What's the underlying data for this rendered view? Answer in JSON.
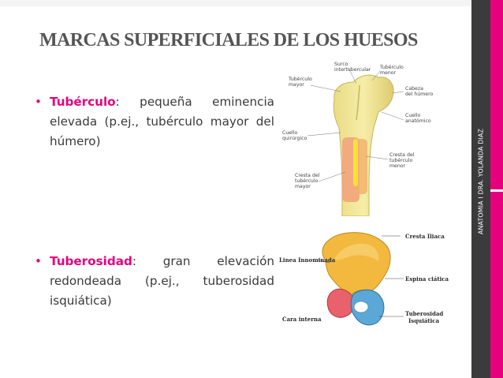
{
  "slide": {
    "title": "MARCAS SUPERFICIALES DE LOS HUESOS",
    "sidebar_text": "ANATOMIA I DRA. YOLANDA DIAZ",
    "accent_color": "#e6007e",
    "sidebar_color": "#3b3b3b"
  },
  "bullets": [
    {
      "marker": "•",
      "term": "Tubérculo",
      "text": ": pequeña eminencia elevada (p.ej., tubérculo mayor del húmero)"
    },
    {
      "marker": "•",
      "term": "Tuberosidad",
      "text": ": gran elevación redondeada (p.ej., tuberosidad isquiática)"
    }
  ],
  "figure_humerus": {
    "labels": {
      "surco_1": "Surco",
      "surco_2": "intertubercular",
      "tub_menor_top_1": "Tubérculo",
      "tub_menor_top_2": "menor",
      "tub_mayor_1": "Tubérculo",
      "tub_mayor_2": "mayor",
      "cabeza_1": "Cabeza",
      "cabeza_2": "del húmero",
      "cuello_anat_1": "Cuello",
      "cuello_anat_2": "anatómico",
      "cuello_quir_1": "Cuello",
      "cuello_quir_2": "quirúrgico",
      "cresta_menor_1": "Cresta del",
      "cresta_menor_2": "tubérculo",
      "cresta_menor_3": "menor",
      "cresta_mayor_1": "Cresta del",
      "cresta_mayor_2": "tubérculo",
      "cresta_mayor_3": "mayor"
    }
  },
  "figure_hip": {
    "labels": {
      "cresta_iliaca": "Cresta Iliaca",
      "linea_innominada": "Linea Innominada",
      "espina_ciatica": "Espina ciática",
      "cara_interna": "Cara interna",
      "tuberosidad_1": "Tuberosidad",
      "tuberosidad_2": "Isquiática"
    }
  }
}
